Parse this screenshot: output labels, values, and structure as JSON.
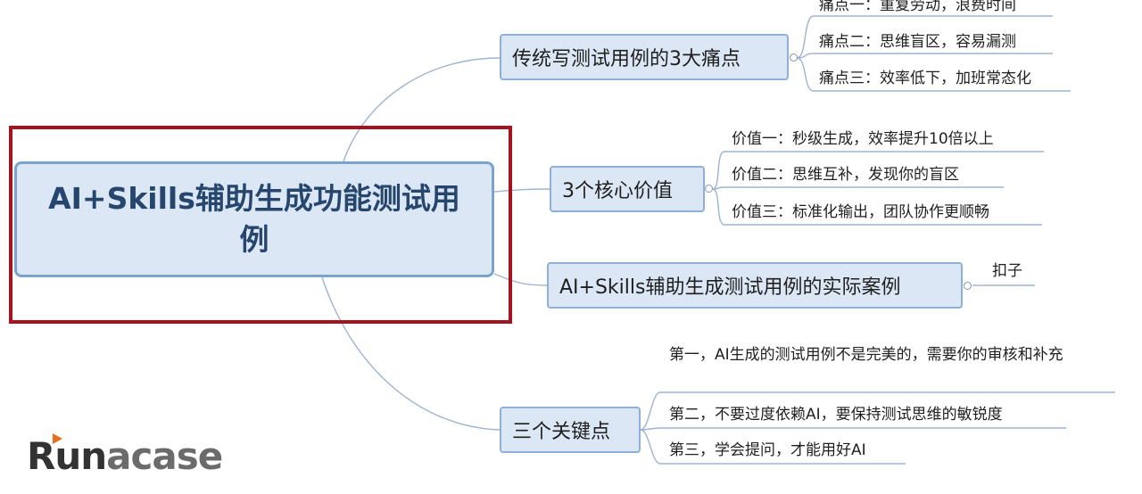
{
  "mindmap": {
    "root": "AI+Skills辅助生成功能测试用例",
    "branches": [
      {
        "label": "传统写测试用例的3大痛点",
        "items": [
          "痛点一：重复劳动，浪费时间",
          "痛点二：思维盲区，容易漏测",
          "痛点三：效率低下，加班常态化"
        ]
      },
      {
        "label": "3个核心价值",
        "items": [
          "价值一：秒级生成，效率提升10倍以上",
          "价值二：思维互补，发现你的盲区",
          "价值三：标准化输出，团队协作更顺畅"
        ]
      },
      {
        "label": "AI+Skills辅助生成测试用例的实际案例",
        "items": [
          "扣子"
        ]
      },
      {
        "label": "三个关键点",
        "items": [
          "第一，AI生成的测试用例不是完美的，需要你的审核和补充",
          "第二，不要过度依赖AI，要保持测试思维的敏锐度",
          "第三，学会提问，才能用好AI"
        ]
      }
    ]
  },
  "logo": {
    "prefix": "Run",
    "suffix": "acase"
  },
  "colors": {
    "highlight_frame": "#a3141e",
    "node_fill": "#dbe7f4",
    "node_border": "#8fb0d6",
    "root_text": "#27466e",
    "connector": "#9db4d2",
    "logo_arrow": "#e8711e"
  }
}
